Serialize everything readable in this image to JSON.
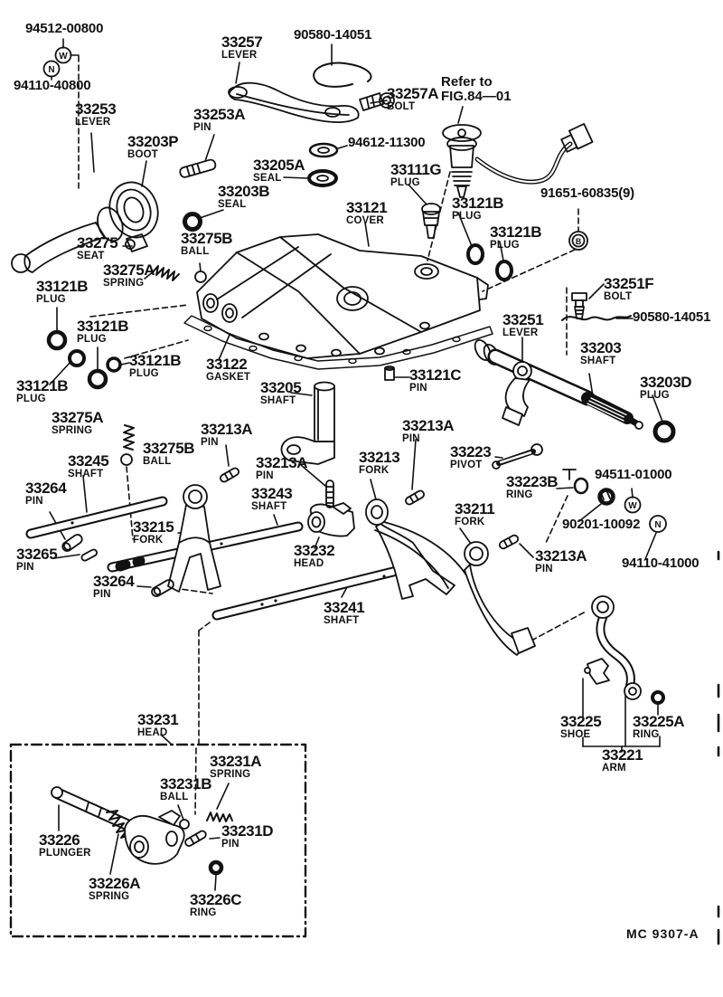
{
  "figure": {
    "footer_code": "MC 9307-A",
    "note": {
      "line1": "Refer to",
      "line2": "FIG.84—01"
    }
  },
  "symbols": {
    "w": "W",
    "n": "N",
    "b": "B"
  },
  "labels": {
    "p94512": {
      "number": "94512-00800",
      "name": ""
    },
    "p94110a": {
      "number": "94110-40800",
      "name": ""
    },
    "l33253": {
      "number": "33253",
      "name": "LEVER"
    },
    "l33203P": {
      "number": "33203P",
      "name": "BOOT"
    },
    "l33253A": {
      "number": "33253A",
      "name": "PIN"
    },
    "l33257": {
      "number": "33257",
      "name": "LEVER"
    },
    "p90580a": {
      "number": "90580-14051",
      "name": ""
    },
    "l33257A": {
      "number": "33257A",
      "name": "BOLT"
    },
    "p94612": {
      "number": "94612-11300",
      "name": ""
    },
    "l33205A": {
      "number": "33205A",
      "name": "SEAL"
    },
    "l33203B": {
      "number": "33203B",
      "name": "SEAL"
    },
    "l33111G": {
      "number": "33111G",
      "name": "PLUG"
    },
    "l33121": {
      "number": "33121",
      "name": "COVER"
    },
    "b33121B_r1": {
      "number": "33121B",
      "name": "PLUG"
    },
    "b33121B_r2": {
      "number": "33121B",
      "name": "PLUG"
    },
    "b33121B_1": {
      "number": "33121B",
      "name": "PLUG"
    },
    "b33121B_2": {
      "number": "33121B",
      "name": "PLUG"
    },
    "b33121B_3": {
      "number": "33121B",
      "name": "PLUG"
    },
    "b33121B_4": {
      "number": "33121B",
      "name": "PLUG"
    },
    "p91651": {
      "number": "91651-60835(9)",
      "name": ""
    },
    "l33251F": {
      "number": "33251F",
      "name": "BOLT"
    },
    "p90580b": {
      "number": "90580-14051",
      "name": ""
    },
    "l33251": {
      "number": "33251",
      "name": "LEVER"
    },
    "l33203": {
      "number": "33203",
      "name": "SHAFT"
    },
    "l33203D": {
      "number": "33203D",
      "name": "PLUG"
    },
    "l33122": {
      "number": "33122",
      "name": "GASKET"
    },
    "l33205": {
      "number": "33205",
      "name": "SHAFT"
    },
    "l33121C": {
      "number": "33121C",
      "name": "PIN"
    },
    "l33275": {
      "number": "33275",
      "name": "SEAT"
    },
    "l33275Bt": {
      "number": "33275B",
      "name": "BALL"
    },
    "l33275At": {
      "number": "33275A",
      "name": "SPRING"
    },
    "l33275Am": {
      "number": "33275A",
      "name": "SPRING"
    },
    "l33275Bm": {
      "number": "33275B",
      "name": "BALL"
    },
    "l33245": {
      "number": "33245",
      "name": "SHAFT"
    },
    "l33264a": {
      "number": "33264",
      "name": "PIN"
    },
    "l33265": {
      "number": "33265",
      "name": "PIN"
    },
    "l33264b": {
      "number": "33264",
      "name": "PIN"
    },
    "l33213Aa": {
      "number": "33213A",
      "name": "PIN"
    },
    "l33213Ab": {
      "number": "33213A",
      "name": "PIN"
    },
    "l33213Ac": {
      "number": "33213A",
      "name": "PIN"
    },
    "l33213Ad": {
      "number": "33213A",
      "name": "PIN"
    },
    "l33213": {
      "number": "33213",
      "name": "FORK"
    },
    "l33243": {
      "number": "33243",
      "name": "SHAFT"
    },
    "l33215": {
      "number": "33215",
      "name": "FORK"
    },
    "l33232": {
      "number": "33232",
      "name": "HEAD"
    },
    "l33241": {
      "number": "33241",
      "name": "SHAFT"
    },
    "l33211": {
      "number": "33211",
      "name": "FORK"
    },
    "l33223": {
      "number": "33223",
      "name": "PIVOT"
    },
    "l33223B": {
      "number": "33223B",
      "name": "RING"
    },
    "p94511": {
      "number": "94511-01000",
      "name": ""
    },
    "p90201": {
      "number": "90201-10092",
      "name": ""
    },
    "p94110b": {
      "number": "94110-41000",
      "name": ""
    },
    "l33231": {
      "number": "33231",
      "name": "HEAD"
    },
    "l33231A": {
      "number": "33231A",
      "name": "SPRING"
    },
    "l33231B": {
      "number": "33231B",
      "name": "BALL"
    },
    "l33231D": {
      "number": "33231D",
      "name": "PIN"
    },
    "l33226": {
      "number": "33226",
      "name": "PLUNGER"
    },
    "l33226A": {
      "number": "33226A",
      "name": "SPRING"
    },
    "l33226C": {
      "number": "33226C",
      "name": "RING"
    },
    "l33225": {
      "number": "33225",
      "name": "SHOE"
    },
    "l33225A": {
      "number": "33225A",
      "name": "RING"
    },
    "l33221": {
      "number": "33221",
      "name": "ARM"
    }
  }
}
